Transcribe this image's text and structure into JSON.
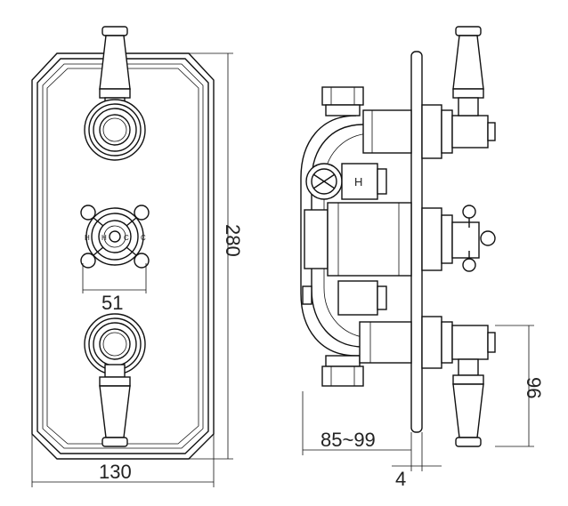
{
  "dimensions": {
    "width_front": "130",
    "height_front": "280",
    "center_spacing": "51",
    "depth": "85~99",
    "plate_thickness": "4",
    "lower_offset": "96"
  },
  "markings": {
    "hot": "H",
    "cold": "C"
  }
}
